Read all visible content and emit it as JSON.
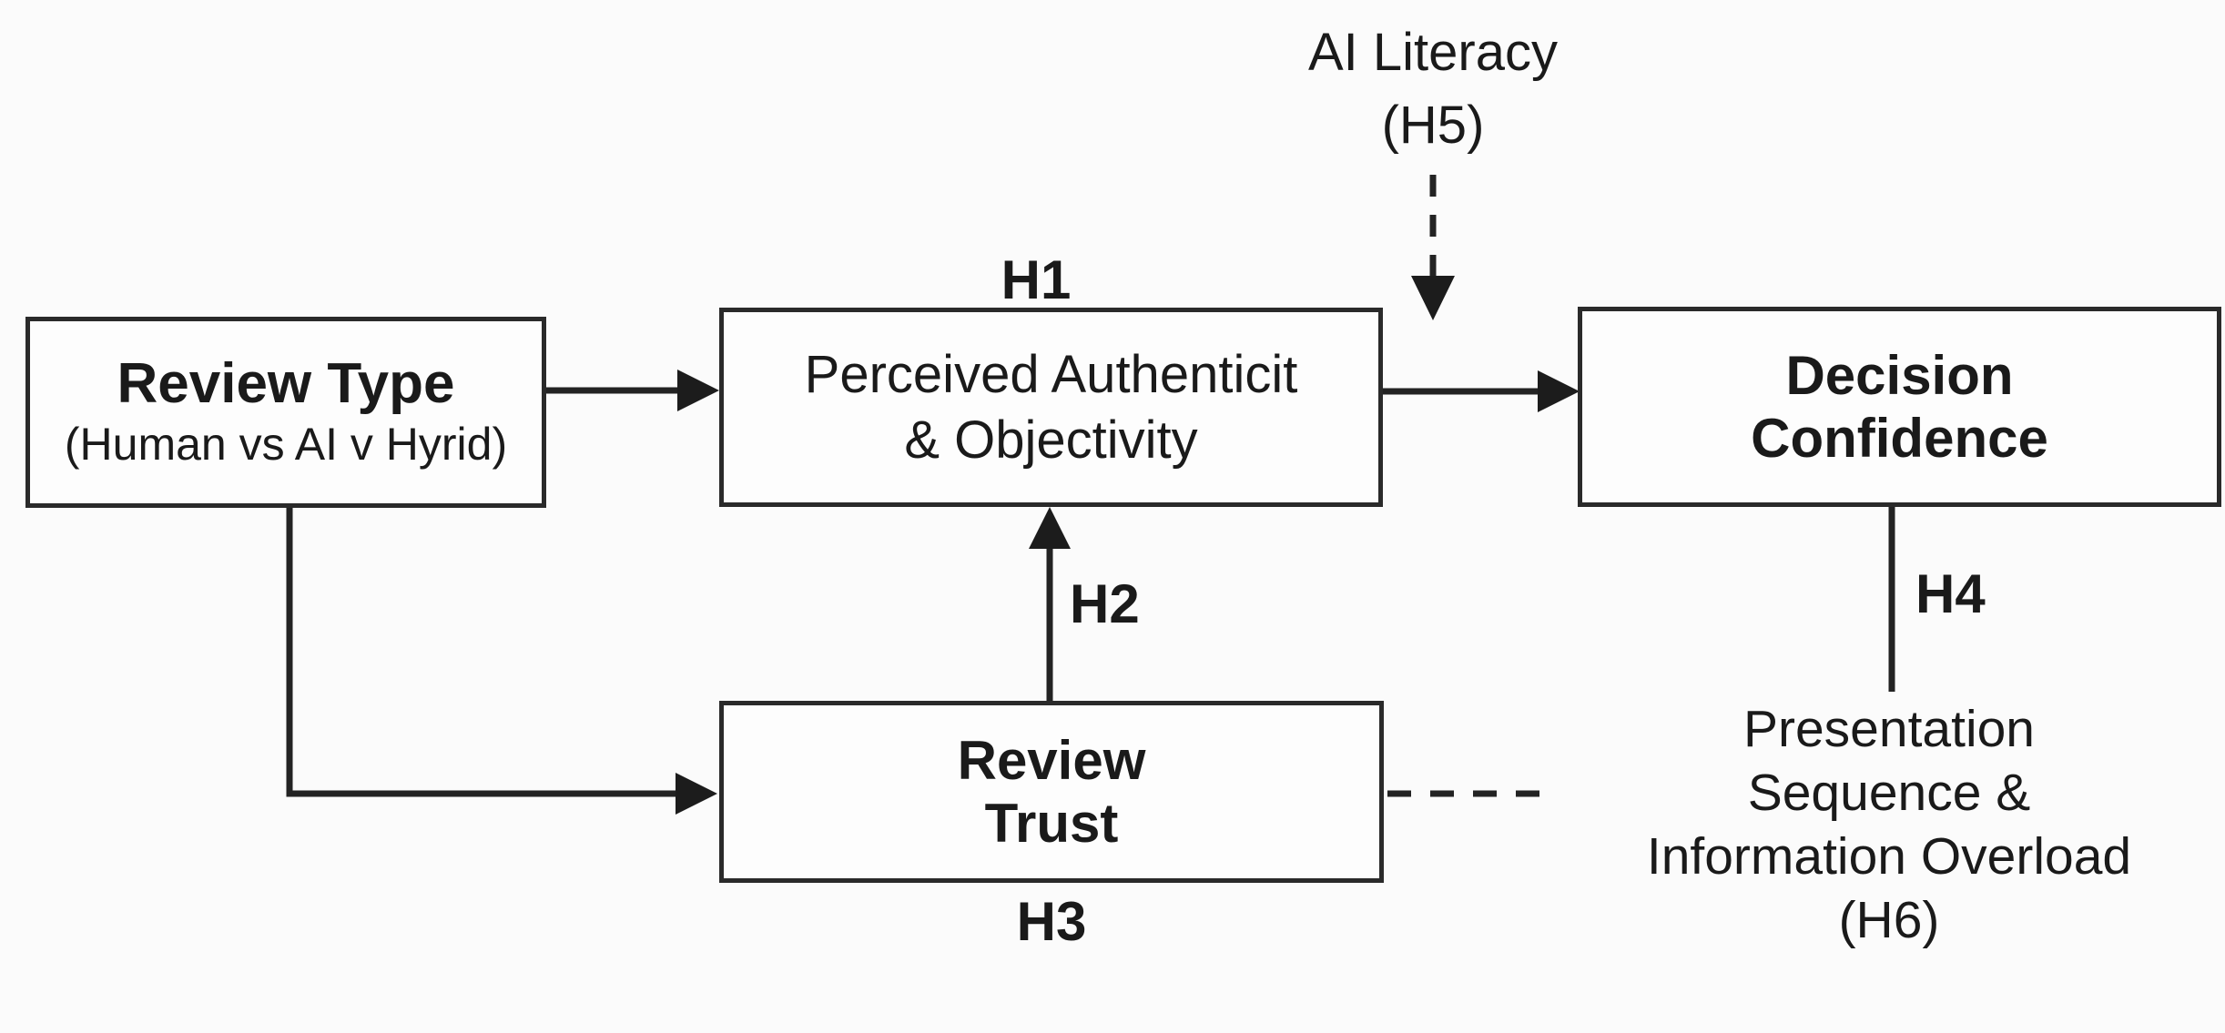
{
  "diagram": {
    "background_color": "#fbfbfb",
    "ink_color": "#1a1a1a",
    "nodes": {
      "review_type": {
        "title": "Review Type",
        "subtitle": "(Human vs AI v Hyrid)"
      },
      "perceived_authenticity": {
        "line1": "Perceived Authenticit",
        "line2": "& Objectivity"
      },
      "decision_confidence": {
        "line1": "Decision",
        "line2": "Confidence"
      },
      "review_trust": {
        "line1": "Review",
        "line2": "Trust"
      }
    },
    "moderators": {
      "ai_literacy": {
        "line1": "AI Literacy",
        "line2": "(H5)"
      },
      "presentation_overload": {
        "line1": "Presentation",
        "line2": "Sequence &",
        "line3": "Information Overload",
        "line4": "(H6)"
      }
    },
    "hypothesis_labels": {
      "h1": "H1",
      "h2": "H2",
      "h3": "H3",
      "h4": "H4"
    }
  }
}
